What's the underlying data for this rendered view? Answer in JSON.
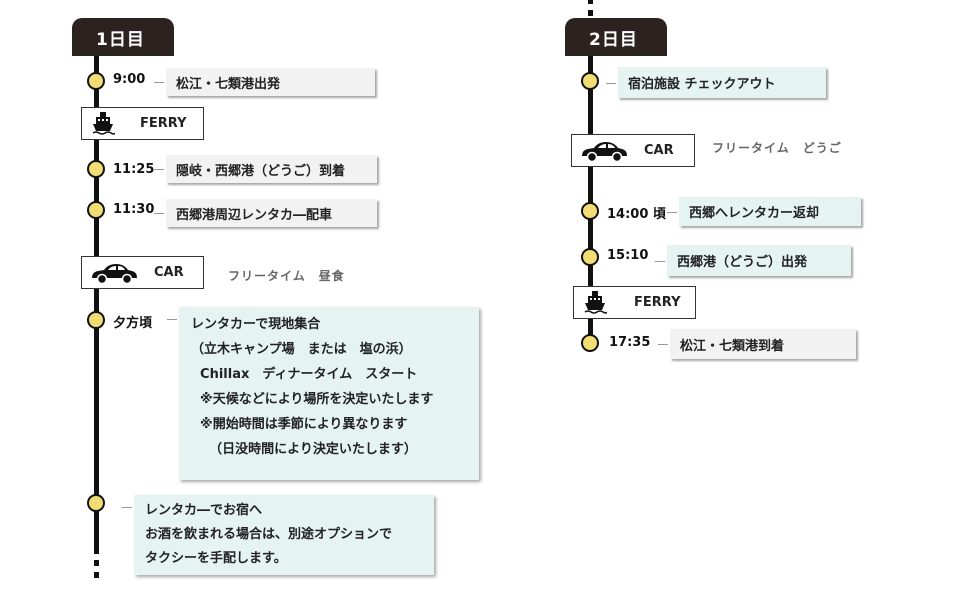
{
  "day1": {
    "tab": "1日目",
    "stops": [
      {
        "time": "9:00",
        "text": "松江・七類港出発"
      },
      {
        "time": "11:25",
        "text": "隠岐・西郷港（どうご）到着"
      },
      {
        "time": "11:30",
        "text": "西郷港周辺レンタカ―配車"
      }
    ],
    "ferry_label": "FERRY",
    "car_label": "CAR",
    "car_note": "フリータイム　昼食",
    "evening_time": "夕方頃",
    "evening_lines": [
      "レンタカーで現地集合",
      "（立木キャンプ場　または　塩の浜）",
      "  Chillax　ディナータイム　スタート",
      "  ※天候などにより場所を決定いたします",
      "  ※開始時間は季節により異なります",
      "    （日没時間により決定いたします）"
    ],
    "final_lines": [
      "レンタカ―でお宿へ",
      "お酒を飲まれる場合は、別途オプションで",
      "タクシーを手配します。"
    ]
  },
  "day2": {
    "tab": "2日目",
    "checkout": "宿泊施設 チェックアウト",
    "car_label": "CAR",
    "car_note": "フリータイム　どうご",
    "stops": [
      {
        "time": "14:00 頃",
        "text": "西郷へレンタカー返却"
      },
      {
        "time": "15:10",
        "text": "西郷港（どうご）出発"
      }
    ],
    "ferry_label": "FERRY",
    "arrival": {
      "time": "17:35",
      "text": "松江・七類港到着"
    }
  },
  "colors": {
    "tab": "#2c2220",
    "node": "#f1dd73",
    "card_gray": "#f2f2f2",
    "card_teal": "#e5f3f1"
  },
  "icons": [
    "ship-icon",
    "car-icon"
  ]
}
